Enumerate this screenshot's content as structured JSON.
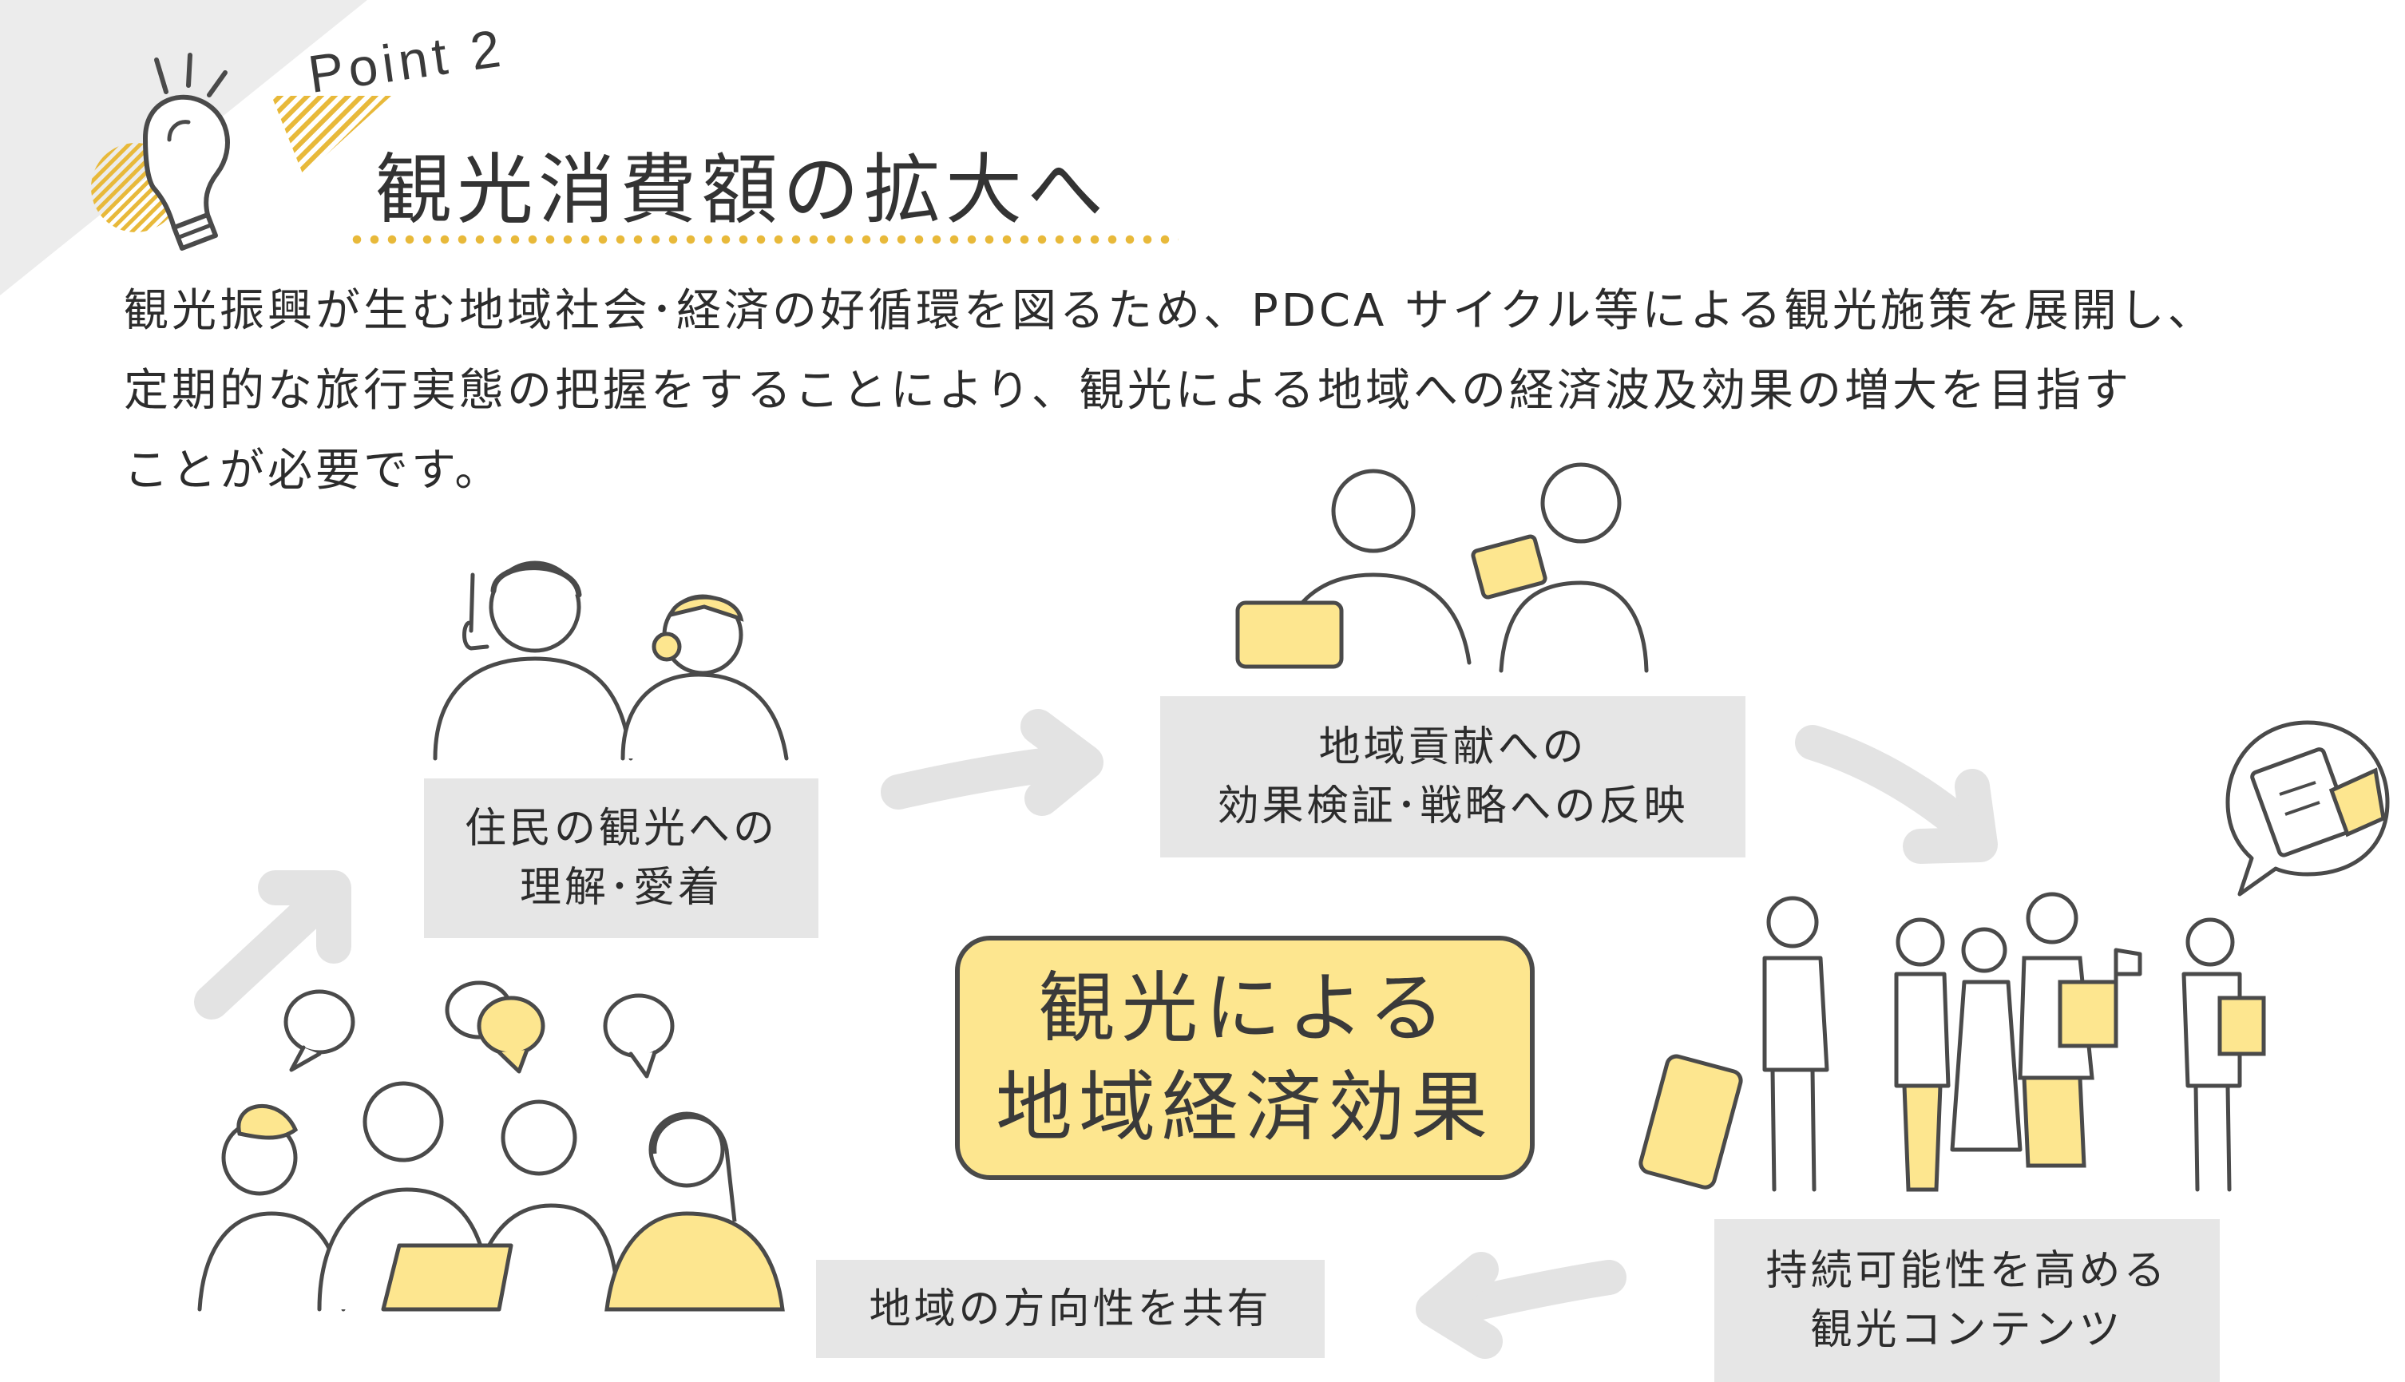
{
  "header": {
    "point_label": "Point 2",
    "title": "観光消費額の拡大へ"
  },
  "intro": {
    "lines": [
      "観光振興が生む地域社会･経済の好循環を図るため、PDCA サイクル等による観光施策を展開し、",
      "定期的な旅行実態の把握をすることにより、観光による地域への経済波及効果の増大を目指す",
      "ことが必要です。"
    ]
  },
  "cycle": {
    "center": [
      "観光による",
      "地域経済効果"
    ],
    "steps": [
      {
        "id": "residents",
        "lines": [
          "住民の観光への",
          "理解･愛着"
        ]
      },
      {
        "id": "verification",
        "lines": [
          "地域貢献への",
          "効果検証･戦略への反映"
        ]
      },
      {
        "id": "content",
        "lines": [
          "持続可能性を高める",
          "観光コンテンツ"
        ]
      },
      {
        "id": "direction",
        "lines": [
          "地域の方向性を共有"
        ]
      }
    ]
  },
  "colors": {
    "accent_yellow": "#fde68f",
    "dot_yellow": "#e8b93a",
    "box_gray": "#e6e6e6",
    "arrow_gray": "#e3e3e3",
    "line_dark": "#4a4a4a"
  },
  "icons": [
    "lightbulb-icon",
    "checklist-speech-bubble-icon"
  ]
}
